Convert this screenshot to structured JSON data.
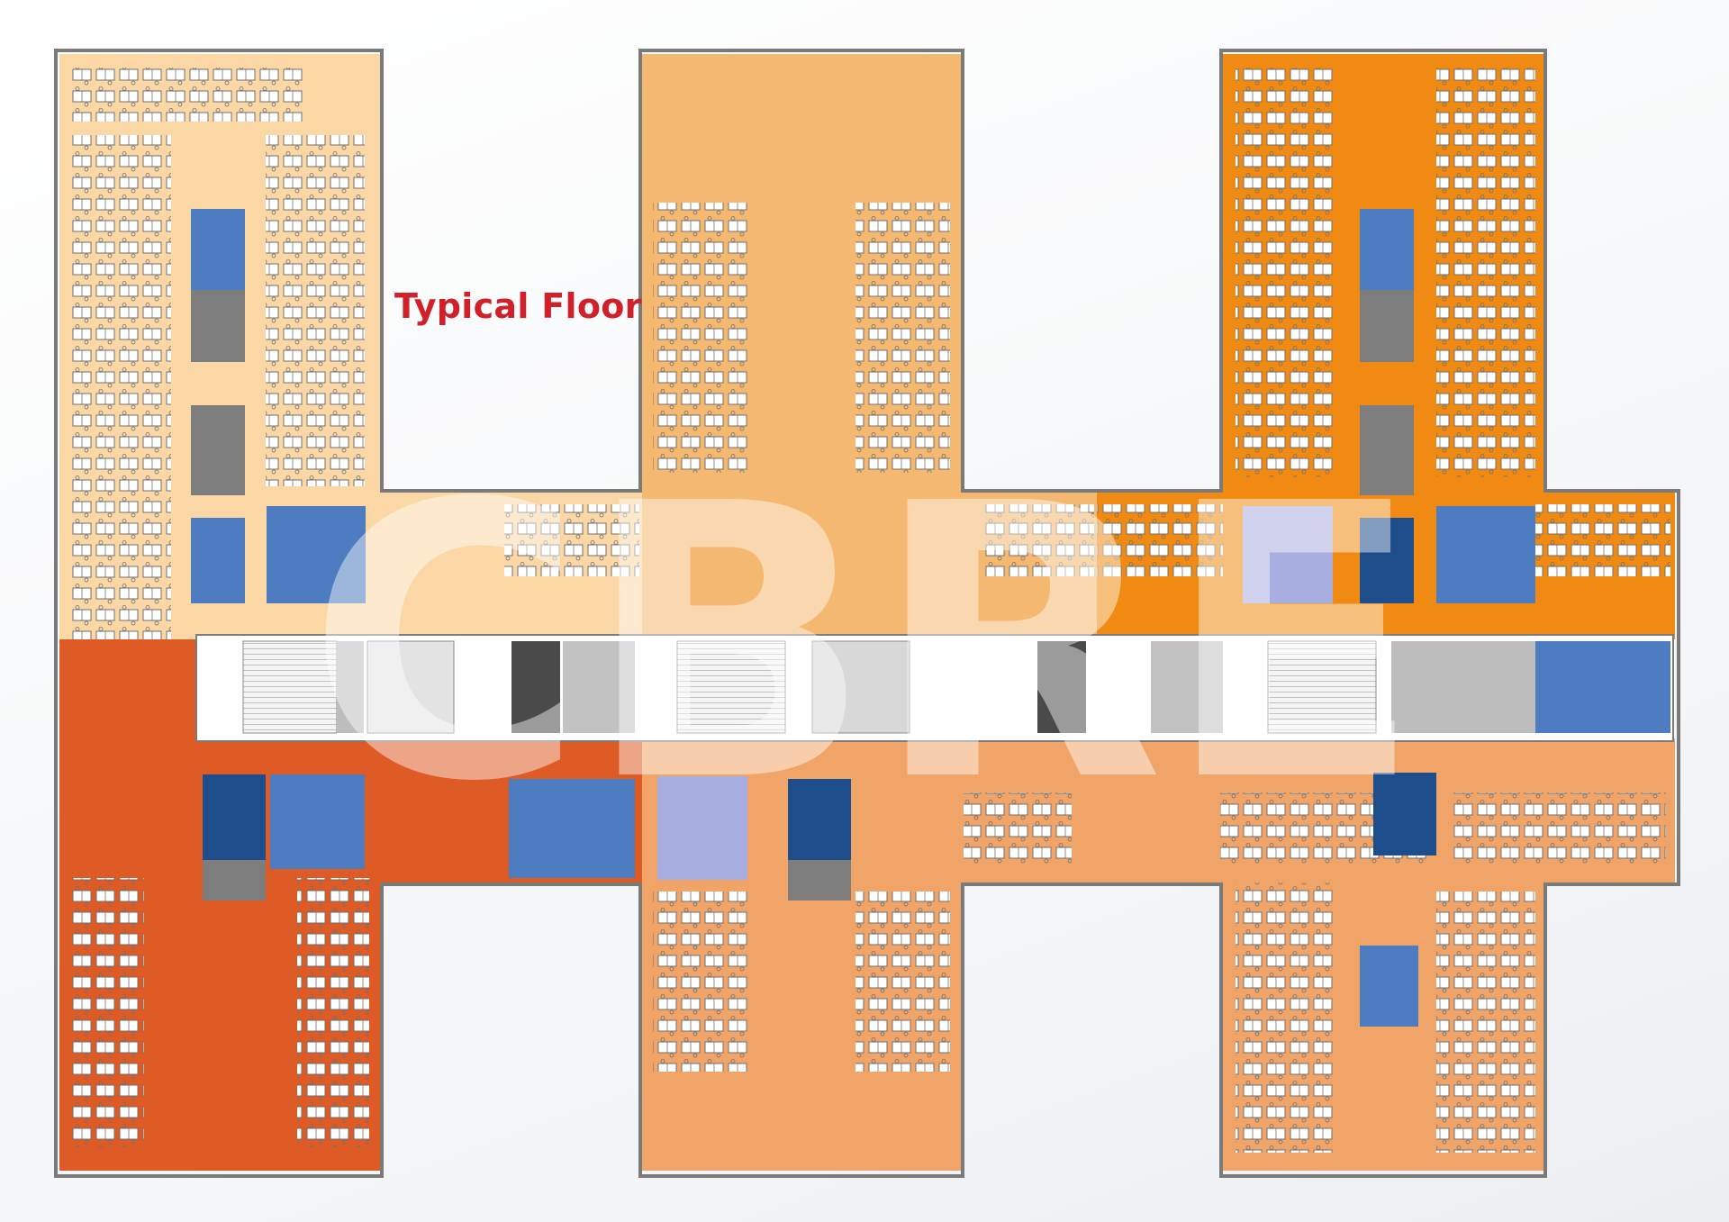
{
  "floor_plan": {
    "title": "Typical Floor",
    "watermark": "CBRE",
    "colors": {
      "title": "#d0202a",
      "zone_light_peach": "#fcd7a6",
      "zone_tan": "#f5b870",
      "zone_orange": "#f08a12",
      "zone_red_orange": "#de5b26",
      "zone_salmon": "#f0a468",
      "meeting_room_blue": "#4d7dc0",
      "meeting_room_navy": "#1e4d8c",
      "meeting_room_lavender": "#a9aee0",
      "core_grey": "#a3a3a3",
      "wall": "#8a8a8a"
    },
    "zones": [
      {
        "id": "west-wing-north",
        "color": "zone_light_peach"
      },
      {
        "id": "west-wing-south",
        "color": "zone_red_orange"
      },
      {
        "id": "central-wing-north",
        "color": "zone_tan"
      },
      {
        "id": "central-wing-south",
        "color": "zone_salmon"
      },
      {
        "id": "east-wing-north",
        "color": "zone_orange"
      },
      {
        "id": "east-wing-south",
        "color": "zone_salmon"
      },
      {
        "id": "central-core",
        "color": "core_grey"
      }
    ]
  }
}
